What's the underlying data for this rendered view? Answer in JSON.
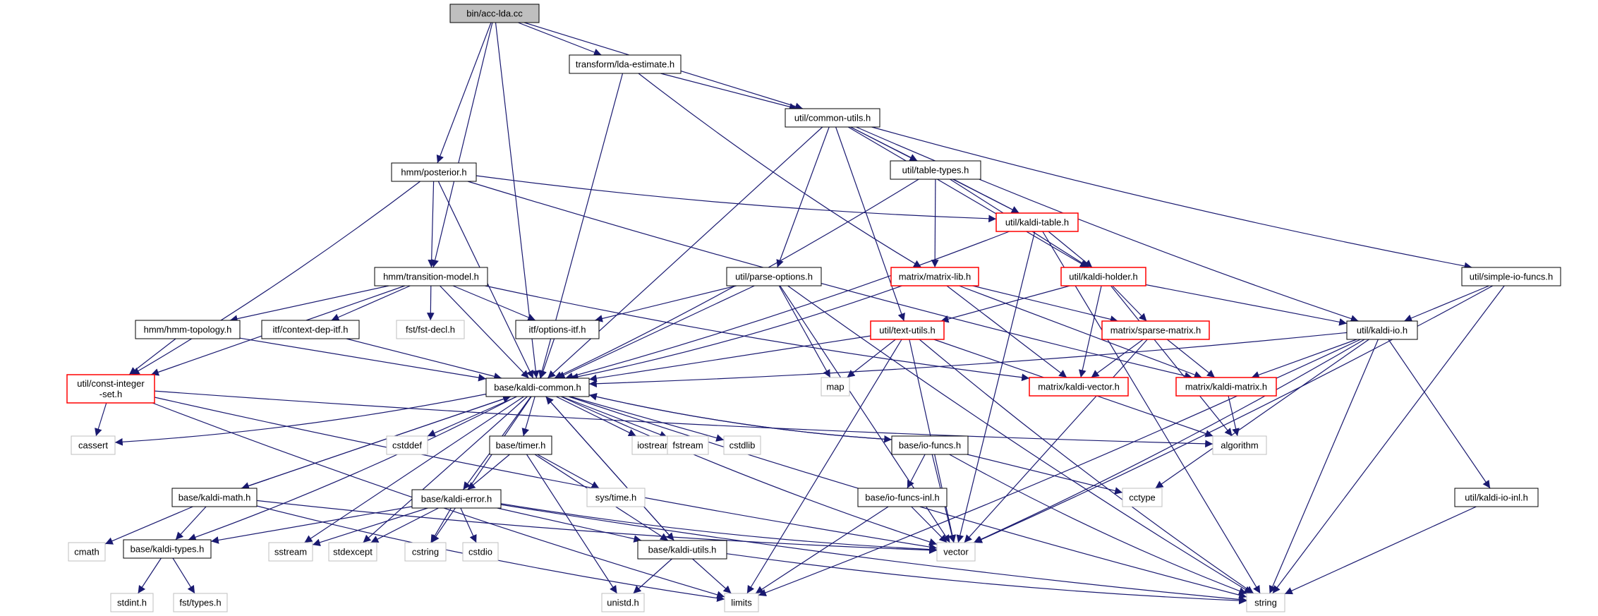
{
  "colors": {
    "edge": "#191970",
    "node_border_normal": "#000000",
    "node_border_truncated": "#ff0000",
    "node_border_system": "#bfbfbf",
    "node_fill_root": "#bfbfbf",
    "node_fill": "#ffffff"
  },
  "nodes": [
    {
      "id": "acc",
      "label": "bin/acc-lda.cc",
      "kind": "root"
    },
    {
      "id": "lda",
      "label": "transform/lda-estimate.h",
      "kind": "normal"
    },
    {
      "id": "common",
      "label": "util/common-utils.h",
      "kind": "normal"
    },
    {
      "id": "posterior",
      "label": "hmm/posterior.h",
      "kind": "normal"
    },
    {
      "id": "tabletypes",
      "label": "util/table-types.h",
      "kind": "normal"
    },
    {
      "id": "kalditable",
      "label": "util/kaldi-table.h",
      "kind": "truncated"
    },
    {
      "id": "transmodel",
      "label": "hmm/transition-model.h",
      "kind": "normal"
    },
    {
      "id": "parseopt",
      "label": "util/parse-options.h",
      "kind": "normal"
    },
    {
      "id": "matrixlib",
      "label": "matrix/matrix-lib.h",
      "kind": "truncated"
    },
    {
      "id": "kaldiholder",
      "label": "util/kaldi-holder.h",
      "kind": "truncated"
    },
    {
      "id": "simpleio",
      "label": "util/simple-io-funcs.h",
      "kind": "normal"
    },
    {
      "id": "hmmtopo",
      "label": "hmm/hmm-topology.h",
      "kind": "normal"
    },
    {
      "id": "ctxdep",
      "label": "itf/context-dep-itf.h",
      "kind": "normal"
    },
    {
      "id": "fstdecl",
      "label": "fst/fst-decl.h",
      "kind": "system"
    },
    {
      "id": "optitf",
      "label": "itf/options-itf.h",
      "kind": "normal"
    },
    {
      "id": "textutils",
      "label": "util/text-utils.h",
      "kind": "truncated"
    },
    {
      "id": "sparse",
      "label": "matrix/sparse-matrix.h",
      "kind": "truncated"
    },
    {
      "id": "kaldiio",
      "label": "util/kaldi-io.h",
      "kind": "normal"
    },
    {
      "id": "constint",
      "label": "util/const-integer\n-set.h",
      "kind": "truncated"
    },
    {
      "id": "kaldicommon",
      "label": "base/kaldi-common.h",
      "kind": "normal"
    },
    {
      "id": "map",
      "label": "map",
      "kind": "system"
    },
    {
      "id": "kaldivector",
      "label": "matrix/kaldi-vector.h",
      "kind": "truncated"
    },
    {
      "id": "kaldimatrix",
      "label": "matrix/kaldi-matrix.h",
      "kind": "truncated"
    },
    {
      "id": "cassert",
      "label": "cassert",
      "kind": "system"
    },
    {
      "id": "cstddef",
      "label": "cstddef",
      "kind": "system"
    },
    {
      "id": "basetimer",
      "label": "base/timer.h",
      "kind": "normal"
    },
    {
      "id": "iostream",
      "label": "iostream",
      "kind": "system"
    },
    {
      "id": "fstream",
      "label": "fstream",
      "kind": "system"
    },
    {
      "id": "cstdlib",
      "label": "cstdlib",
      "kind": "system"
    },
    {
      "id": "iofuncs",
      "label": "base/io-funcs.h",
      "kind": "normal"
    },
    {
      "id": "algorithm",
      "label": "algorithm",
      "kind": "system"
    },
    {
      "id": "systime",
      "label": "sys/time.h",
      "kind": "system"
    },
    {
      "id": "kaldimath",
      "label": "base/kaldi-math.h",
      "kind": "normal"
    },
    {
      "id": "kaldierror",
      "label": "base/kaldi-error.h",
      "kind": "normal"
    },
    {
      "id": "iofuncsinl",
      "label": "base/io-funcs-inl.h",
      "kind": "normal"
    },
    {
      "id": "cctype",
      "label": "cctype",
      "kind": "system"
    },
    {
      "id": "kaldioinl",
      "label": "util/kaldi-io-inl.h",
      "kind": "normal"
    },
    {
      "id": "cmath",
      "label": "cmath",
      "kind": "system"
    },
    {
      "id": "kalditypes",
      "label": "base/kaldi-types.h",
      "kind": "normal"
    },
    {
      "id": "sstream",
      "label": "sstream",
      "kind": "system"
    },
    {
      "id": "stdexcept",
      "label": "stdexcept",
      "kind": "system"
    },
    {
      "id": "cstring",
      "label": "cstring",
      "kind": "system"
    },
    {
      "id": "cstdio",
      "label": "cstdio",
      "kind": "system"
    },
    {
      "id": "kaldiutils",
      "label": "base/kaldi-utils.h",
      "kind": "normal"
    },
    {
      "id": "vector",
      "label": "vector",
      "kind": "system"
    },
    {
      "id": "stdint",
      "label": "stdint.h",
      "kind": "system"
    },
    {
      "id": "fsttypes",
      "label": "fst/types.h",
      "kind": "system"
    },
    {
      "id": "unistd",
      "label": "unistd.h",
      "kind": "system"
    },
    {
      "id": "limits",
      "label": "limits",
      "kind": "system"
    },
    {
      "id": "string",
      "label": "string",
      "kind": "system"
    }
  ],
  "edges": [
    [
      "acc",
      "lda"
    ],
    [
      "acc",
      "common"
    ],
    [
      "acc",
      "posterior"
    ],
    [
      "acc",
      "transmodel"
    ],
    [
      "acc",
      "kaldicommon"
    ],
    [
      "lda",
      "common"
    ],
    [
      "lda",
      "kaldicommon"
    ],
    [
      "lda",
      "matrixlib"
    ],
    [
      "common",
      "tabletypes"
    ],
    [
      "common",
      "kalditable"
    ],
    [
      "common",
      "kaldiholder"
    ],
    [
      "common",
      "parseopt"
    ],
    [
      "common",
      "textutils"
    ],
    [
      "common",
      "kaldiio"
    ],
    [
      "common",
      "simpleio"
    ],
    [
      "common",
      "kaldicommon"
    ],
    [
      "posterior",
      "kalditable"
    ],
    [
      "posterior",
      "transmodel"
    ],
    [
      "posterior",
      "constint"
    ],
    [
      "posterior",
      "kaldicommon"
    ],
    [
      "posterior",
      "kaldimatrix"
    ],
    [
      "tabletypes",
      "kalditable"
    ],
    [
      "tabletypes",
      "kaldiholder"
    ],
    [
      "tabletypes",
      "matrixlib"
    ],
    [
      "tabletypes",
      "kaldicommon"
    ],
    [
      "kalditable",
      "kaldiholder"
    ],
    [
      "kalditable",
      "kaldicommon"
    ],
    [
      "kalditable",
      "vector"
    ],
    [
      "kalditable",
      "string"
    ],
    [
      "transmodel",
      "hmmtopo"
    ],
    [
      "transmodel",
      "ctxdep"
    ],
    [
      "transmodel",
      "fstdecl"
    ],
    [
      "transmodel",
      "optitf"
    ],
    [
      "transmodel",
      "kaldicommon"
    ],
    [
      "transmodel",
      "constint"
    ],
    [
      "transmodel",
      "kaldivector"
    ],
    [
      "parseopt",
      "optitf"
    ],
    [
      "parseopt",
      "kaldicommon"
    ],
    [
      "parseopt",
      "map"
    ],
    [
      "parseopt",
      "vector"
    ],
    [
      "parseopt",
      "string"
    ],
    [
      "matrixlib",
      "kaldicommon"
    ],
    [
      "matrixlib",
      "kaldivector"
    ],
    [
      "matrixlib",
      "sparse"
    ],
    [
      "matrixlib",
      "kaldimatrix"
    ],
    [
      "kaldiholder",
      "textutils"
    ],
    [
      "kaldiholder",
      "kaldiio"
    ],
    [
      "kaldiholder",
      "sparse"
    ],
    [
      "kaldiholder",
      "kaldivector"
    ],
    [
      "kaldiholder",
      "algorithm"
    ],
    [
      "simpleio",
      "kaldiio"
    ],
    [
      "simpleio",
      "vector"
    ],
    [
      "simpleio",
      "string"
    ],
    [
      "hmmtopo",
      "kaldicommon"
    ],
    [
      "hmmtopo",
      "constint"
    ],
    [
      "ctxdep",
      "kaldicommon"
    ],
    [
      "optitf",
      "kaldicommon"
    ],
    [
      "textutils",
      "kaldicommon"
    ],
    [
      "textutils",
      "map"
    ],
    [
      "textutils",
      "vector"
    ],
    [
      "textutils",
      "string"
    ],
    [
      "textutils",
      "limits"
    ],
    [
      "textutils",
      "algorithm"
    ],
    [
      "sparse",
      "kaldivector"
    ],
    [
      "sparse",
      "kaldimatrix"
    ],
    [
      "sparse",
      "vector"
    ],
    [
      "kaldiio",
      "kaldicommon"
    ],
    [
      "kaldiio",
      "kaldimatrix"
    ],
    [
      "kaldiio",
      "kaldioinl"
    ],
    [
      "kaldiio",
      "cctype"
    ],
    [
      "kaldiio",
      "limits"
    ],
    [
      "kaldiio",
      "vector"
    ],
    [
      "kaldiio",
      "string"
    ],
    [
      "constint",
      "cassert"
    ],
    [
      "constint",
      "limits"
    ],
    [
      "constint",
      "vector"
    ],
    [
      "constint",
      "algorithm"
    ],
    [
      "kaldimatrix",
      "algorithm"
    ],
    [
      "kaldicommon",
      "cassert"
    ],
    [
      "kaldicommon",
      "cstddef"
    ],
    [
      "kaldicommon",
      "basetimer"
    ],
    [
      "kaldicommon",
      "iostream"
    ],
    [
      "kaldicommon",
      "fstream"
    ],
    [
      "kaldicommon",
      "cstdlib"
    ],
    [
      "kaldicommon",
      "iofuncs"
    ],
    [
      "kaldicommon",
      "kaldimath"
    ],
    [
      "kaldicommon",
      "kaldierror"
    ],
    [
      "kaldicommon",
      "kalditypes"
    ],
    [
      "kaldicommon",
      "sstream"
    ],
    [
      "kaldicommon",
      "stdexcept"
    ],
    [
      "kaldicommon",
      "cstring"
    ],
    [
      "kaldicommon",
      "kaldiutils"
    ],
    [
      "kaldicommon",
      "vector"
    ],
    [
      "kaldicommon",
      "string"
    ],
    [
      "basetimer",
      "systime"
    ],
    [
      "basetimer",
      "kaldierror"
    ],
    [
      "basetimer",
      "kaldiutils"
    ],
    [
      "basetimer",
      "unistd"
    ],
    [
      "iofuncs",
      "iofuncsinl"
    ],
    [
      "iofuncs",
      "cctype"
    ],
    [
      "iofuncs",
      "vector"
    ],
    [
      "iofuncs",
      "string"
    ],
    [
      "iofuncs",
      "kaldicommon"
    ],
    [
      "kaldimath",
      "cmath"
    ],
    [
      "kaldimath",
      "kalditypes"
    ],
    [
      "kaldimath",
      "limits"
    ],
    [
      "kaldimath",
      "vector"
    ],
    [
      "kaldimath",
      "kaldicommon"
    ],
    [
      "kaldierror",
      "kalditypes"
    ],
    [
      "kaldierror",
      "sstream"
    ],
    [
      "kaldierror",
      "stdexcept"
    ],
    [
      "kaldierror",
      "cstring"
    ],
    [
      "kaldierror",
      "cstdio"
    ],
    [
      "kaldierror",
      "kaldiutils"
    ],
    [
      "kaldierror",
      "vector"
    ],
    [
      "kaldierror",
      "string"
    ],
    [
      "iofuncsinl",
      "vector"
    ],
    [
      "iofuncsinl",
      "limits"
    ],
    [
      "kaldioinl",
      "string"
    ],
    [
      "kalditypes",
      "stdint"
    ],
    [
      "kalditypes",
      "fsttypes"
    ],
    [
      "kaldiutils",
      "unistd"
    ],
    [
      "kaldiutils",
      "limits"
    ],
    [
      "kaldiutils",
      "string"
    ],
    [
      "kaldiutils",
      "kaldicommon"
    ]
  ]
}
